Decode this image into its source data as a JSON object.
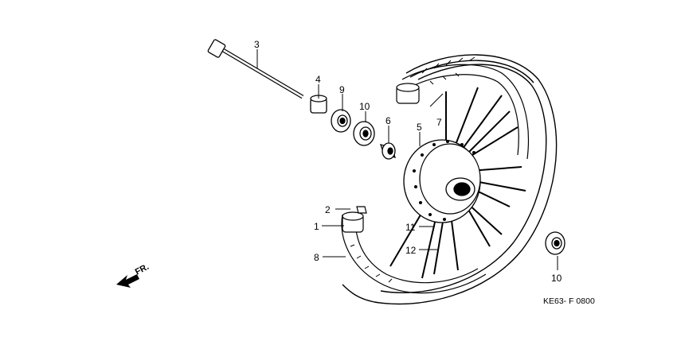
{
  "callouts": [
    {
      "id": "c3",
      "text": "3"
    },
    {
      "id": "c4",
      "text": "4"
    },
    {
      "id": "c9",
      "text": "9"
    },
    {
      "id": "c10a",
      "text": "10"
    },
    {
      "id": "c6",
      "text": "6"
    },
    {
      "id": "c5",
      "text": "5"
    },
    {
      "id": "c7",
      "text": "7"
    },
    {
      "id": "c2",
      "text": "2"
    },
    {
      "id": "c1",
      "text": "1"
    },
    {
      "id": "c8",
      "text": "8"
    },
    {
      "id": "c11",
      "text": "11"
    },
    {
      "id": "c12",
      "text": "12"
    },
    {
      "id": "c10b",
      "text": "10"
    }
  ],
  "direction_label": "FR.",
  "diagram_code": "KE63- F 0800"
}
